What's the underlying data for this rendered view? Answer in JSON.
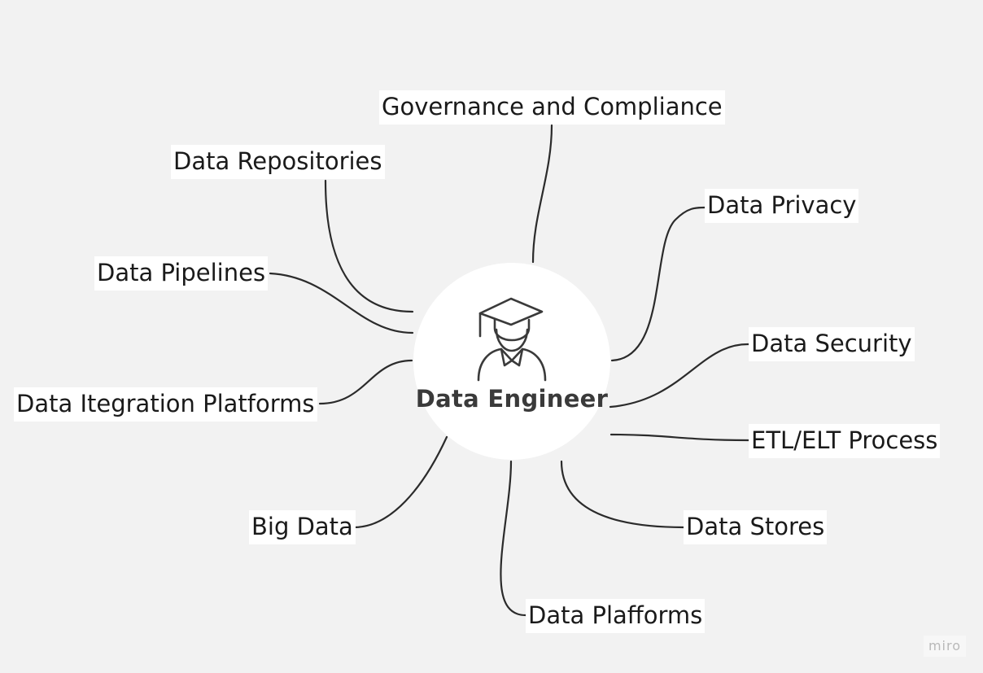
{
  "center": {
    "label": "Data Engineer",
    "icon": "graduate-person-icon"
  },
  "nodes": {
    "governance": "Governance and Compliance",
    "repositories": "Data Repositories",
    "privacy": "Data Privacy",
    "pipelines": "Data Pipelines",
    "security": "Data Security",
    "integration": "Data Itegration Platforms",
    "etl": "ETL/ELT Process",
    "big_data": "Big Data",
    "stores": "Data Stores",
    "platforms": "Data Plafforms"
  },
  "watermark": "miro",
  "colors": {
    "background": "#f2f2f2",
    "node_fill": "#ffffff",
    "connector": "#2b2b2b",
    "text": "#1a1a1a"
  }
}
